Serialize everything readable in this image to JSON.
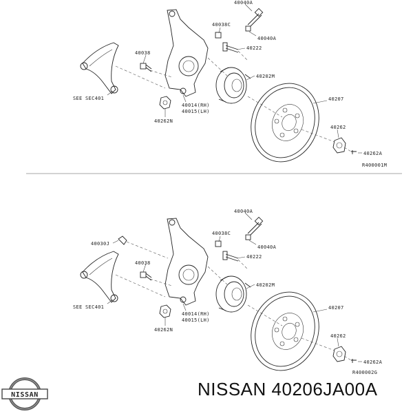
{
  "top_diagram": {
    "labels": {
      "l40040a_top": "40040A",
      "l40038c": "40038C",
      "l40040a_bot": "40040A",
      "l40038": "40038",
      "l40222": "40222",
      "l40202m": "40202M",
      "l40207": "40207",
      "l40014": "40014(RH)",
      "l40015": "40015(LH)",
      "l40262": "40262",
      "l40262n": "40262N",
      "l40262a": "40262A",
      "see_sec": "SEE SEC401",
      "ref": "R400001M"
    }
  },
  "bottom_diagram": {
    "labels": {
      "l40040a_top": "40040A",
      "l40038c": "40038C",
      "l40030j": "40030J",
      "l40040a_bot": "40040A",
      "l40038": "40038",
      "l40222": "40222",
      "l40202m": "40202M",
      "l40207": "40207",
      "l40014": "40014(RH)",
      "l40015": "40015(LH)",
      "l40262": "40262",
      "l40262n": "40262N",
      "l40262a": "40262A",
      "see_sec": "SEE SEC401",
      "ref": "R400002G"
    }
  },
  "brand_logo": {
    "text": "NISSAN"
  },
  "caption": "NISSAN 40206JA00A"
}
